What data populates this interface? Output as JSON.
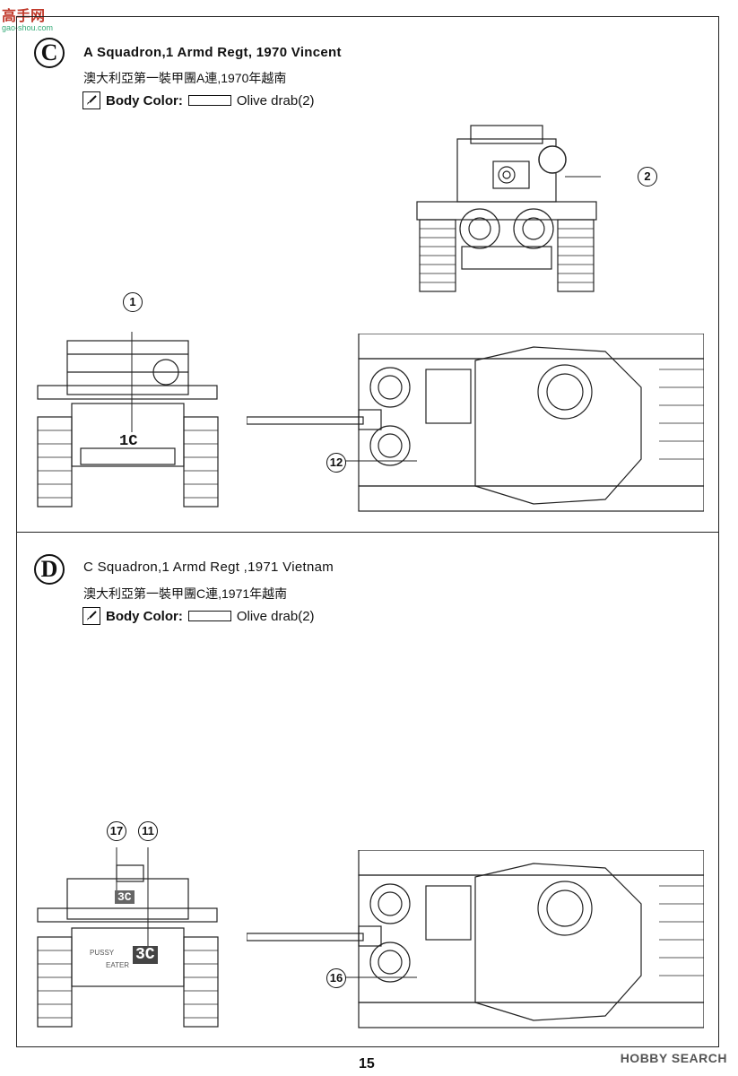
{
  "watermark_logo": {
    "main": "高手网",
    "sub": "gao-shou.com"
  },
  "section_c": {
    "badge": "C",
    "title": "A Squadron,1 Armd Regt, 1970 Vincent",
    "subtitle_cn": "澳大利亞第一裝甲團A連,1970年越南",
    "color_label": "Body Color:",
    "color_name": "Olive drab(2)",
    "callouts": [
      "2",
      "1",
      "12"
    ],
    "decal_rear": "1C"
  },
  "section_d": {
    "badge": "D",
    "title": "C Squadron,1 Armd Regt ,1971 Vietnam",
    "subtitle_cn": "澳大利亞第一裝甲團C連,1971年越南",
    "color_label": "Body Color:",
    "color_name": "Olive drab(2)",
    "callouts": [
      "17",
      "11",
      "16"
    ],
    "decal_turret": "3C",
    "decal_hull": "3C",
    "decal_text_1": "PUSSY",
    "decal_text_2": "EATER"
  },
  "page_number": "15",
  "source_mark": "HOBBY SEARCH"
}
